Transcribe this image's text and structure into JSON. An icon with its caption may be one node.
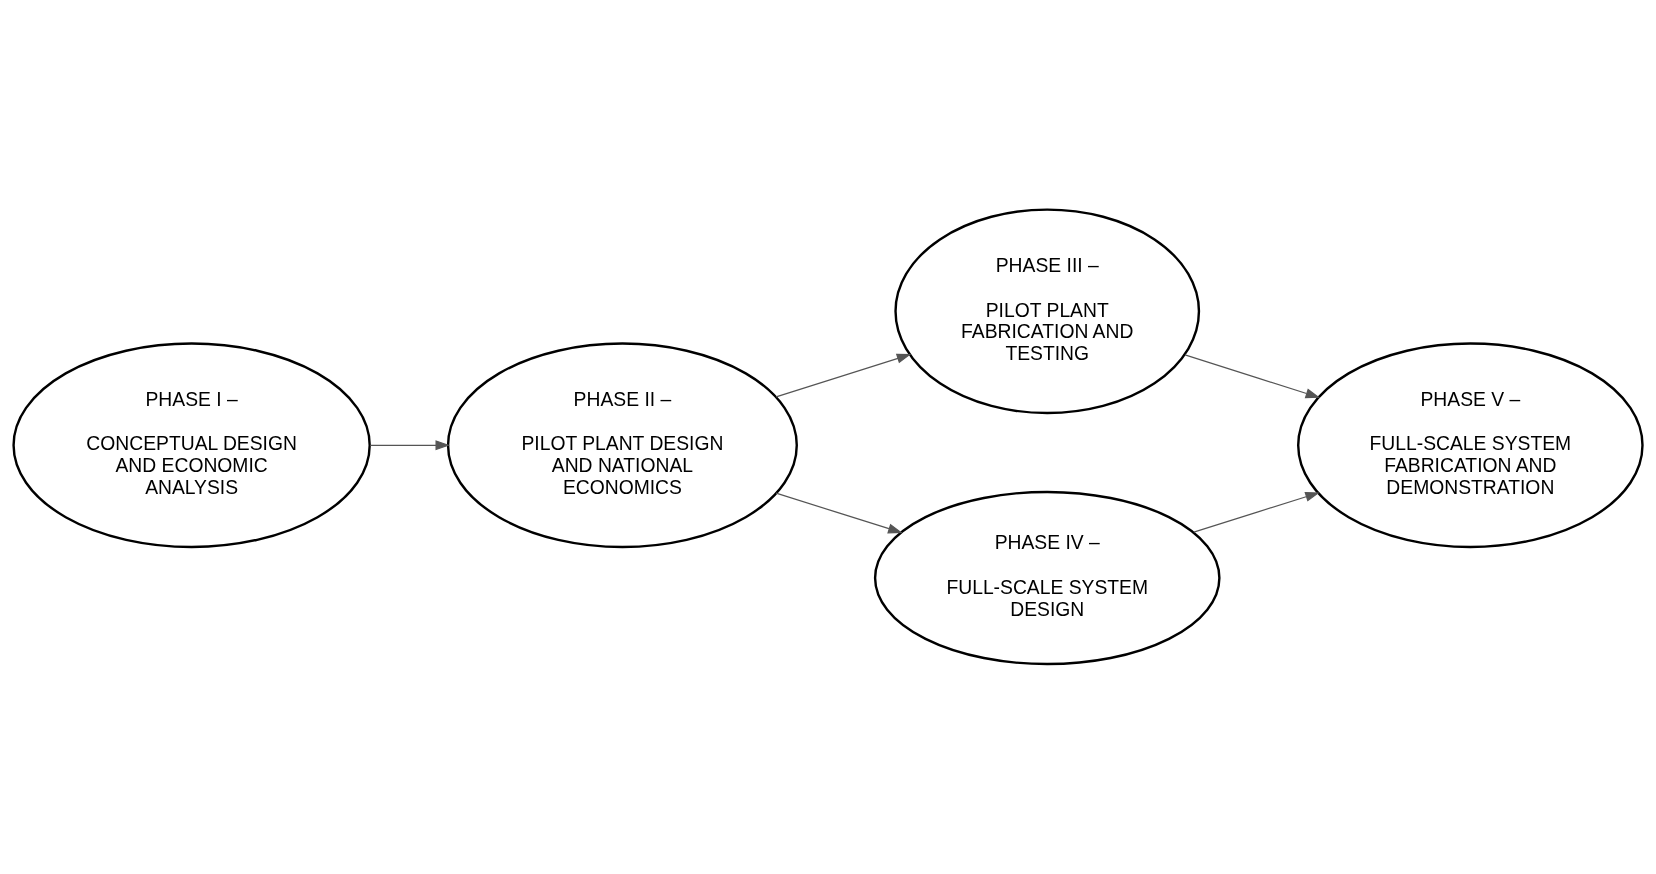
{
  "diagram": {
    "nodes": [
      {
        "text": [
          "PHASE I –",
          "CONCEPTUAL DESIGN AND ECONOMIC ANALYSIS"
        ]
      },
      {
        "text": [
          "PHASE II –",
          "PILOT PLANT DESIGN AND NATIONAL ECONOMICS"
        ]
      },
      {
        "text": [
          "PHASE III –",
          "PILOT PLANT FABRICATION AND TESTING"
        ]
      },
      {
        "text": [
          "PHASE IV –",
          "FULL-SCALE SYSTEM DESIGN"
        ]
      },
      {
        "text": [
          "PHASE V –",
          "FULL-SCALE SYSTEM FABRICATION AND DEMONSTRATION"
        ]
      }
    ],
    "edges": [
      {
        "from": 0,
        "to": 1,
        "arrow": "to"
      },
      {
        "from": 1,
        "to": 2,
        "arrow": "to"
      },
      {
        "from": 1,
        "to": 3,
        "arrow": "to"
      },
      {
        "from": 2,
        "to": 4,
        "arrow": "to"
      },
      {
        "from": 3,
        "to": 4,
        "arrow": "to"
      }
    ]
  }
}
